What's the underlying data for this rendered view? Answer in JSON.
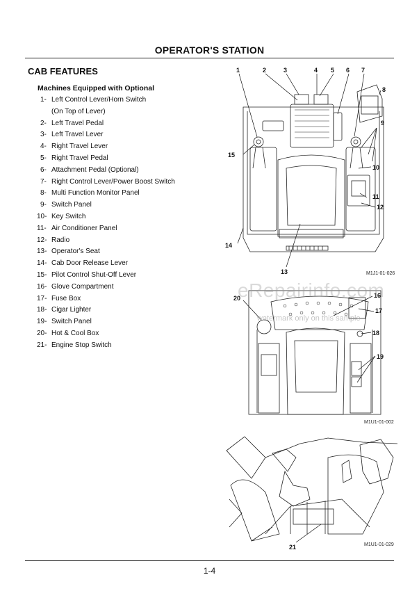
{
  "header": {
    "title": "OPERATOR'S STATION"
  },
  "section": {
    "heading": "CAB FEATURES",
    "subheading": "Machines Equipped with Optional"
  },
  "features": [
    {
      "num": "1-",
      "text": "Left Control Lever/Horn Switch (On Top of Lever)"
    },
    {
      "num": "2-",
      "text": "Left Travel Pedal"
    },
    {
      "num": "3-",
      "text": "Left Travel Lever"
    },
    {
      "num": "4-",
      "text": "Right Travel Lever"
    },
    {
      "num": "5-",
      "text": "Right Travel Pedal"
    },
    {
      "num": "6-",
      "text": "Attachment Pedal (Optional)"
    },
    {
      "num": "7-",
      "text": "Right Control Lever/Power Boost Switch"
    },
    {
      "num": "8-",
      "text": "Multi Function Monitor Panel"
    },
    {
      "num": "9-",
      "text": "Switch Panel"
    },
    {
      "num": "10-",
      "text": "Key Switch"
    },
    {
      "num": "11-",
      "text": "Air Conditioner Panel"
    },
    {
      "num": "12-",
      "text": "Radio"
    },
    {
      "num": "13-",
      "text": "Operator's Seat"
    },
    {
      "num": "14-",
      "text": "Cab Door Release Lever"
    },
    {
      "num": "15-",
      "text": "Pilot Control Shut-Off Lever"
    },
    {
      "num": "16-",
      "text": "Glove Compartment"
    },
    {
      "num": "17-",
      "text": "Fuse Box"
    },
    {
      "num": "18-",
      "text": "Cigar Lighter"
    },
    {
      "num": "19-",
      "text": "Switch Panel"
    },
    {
      "num": "20-",
      "text": "Hot & Cool Box"
    },
    {
      "num": "21-",
      "text": "Engine Stop Switch"
    }
  ],
  "figures": {
    "fig1": {
      "code": "M1J1-01-026",
      "callouts": [
        "1",
        "2",
        "3",
        "4",
        "5",
        "6",
        "7",
        "8",
        "9",
        "10",
        "11",
        "12",
        "13",
        "14",
        "15"
      ]
    },
    "fig2": {
      "code": "M1U1-01-002",
      "callouts": [
        "16",
        "17",
        "18",
        "19",
        "20"
      ]
    },
    "fig3": {
      "code": "M1U1-01-029",
      "callouts": [
        "21"
      ]
    }
  },
  "watermark": {
    "main": "eRepairinfo.com",
    "sub": "watermark only on this sample"
  },
  "footer": {
    "page_number": "1-4"
  }
}
